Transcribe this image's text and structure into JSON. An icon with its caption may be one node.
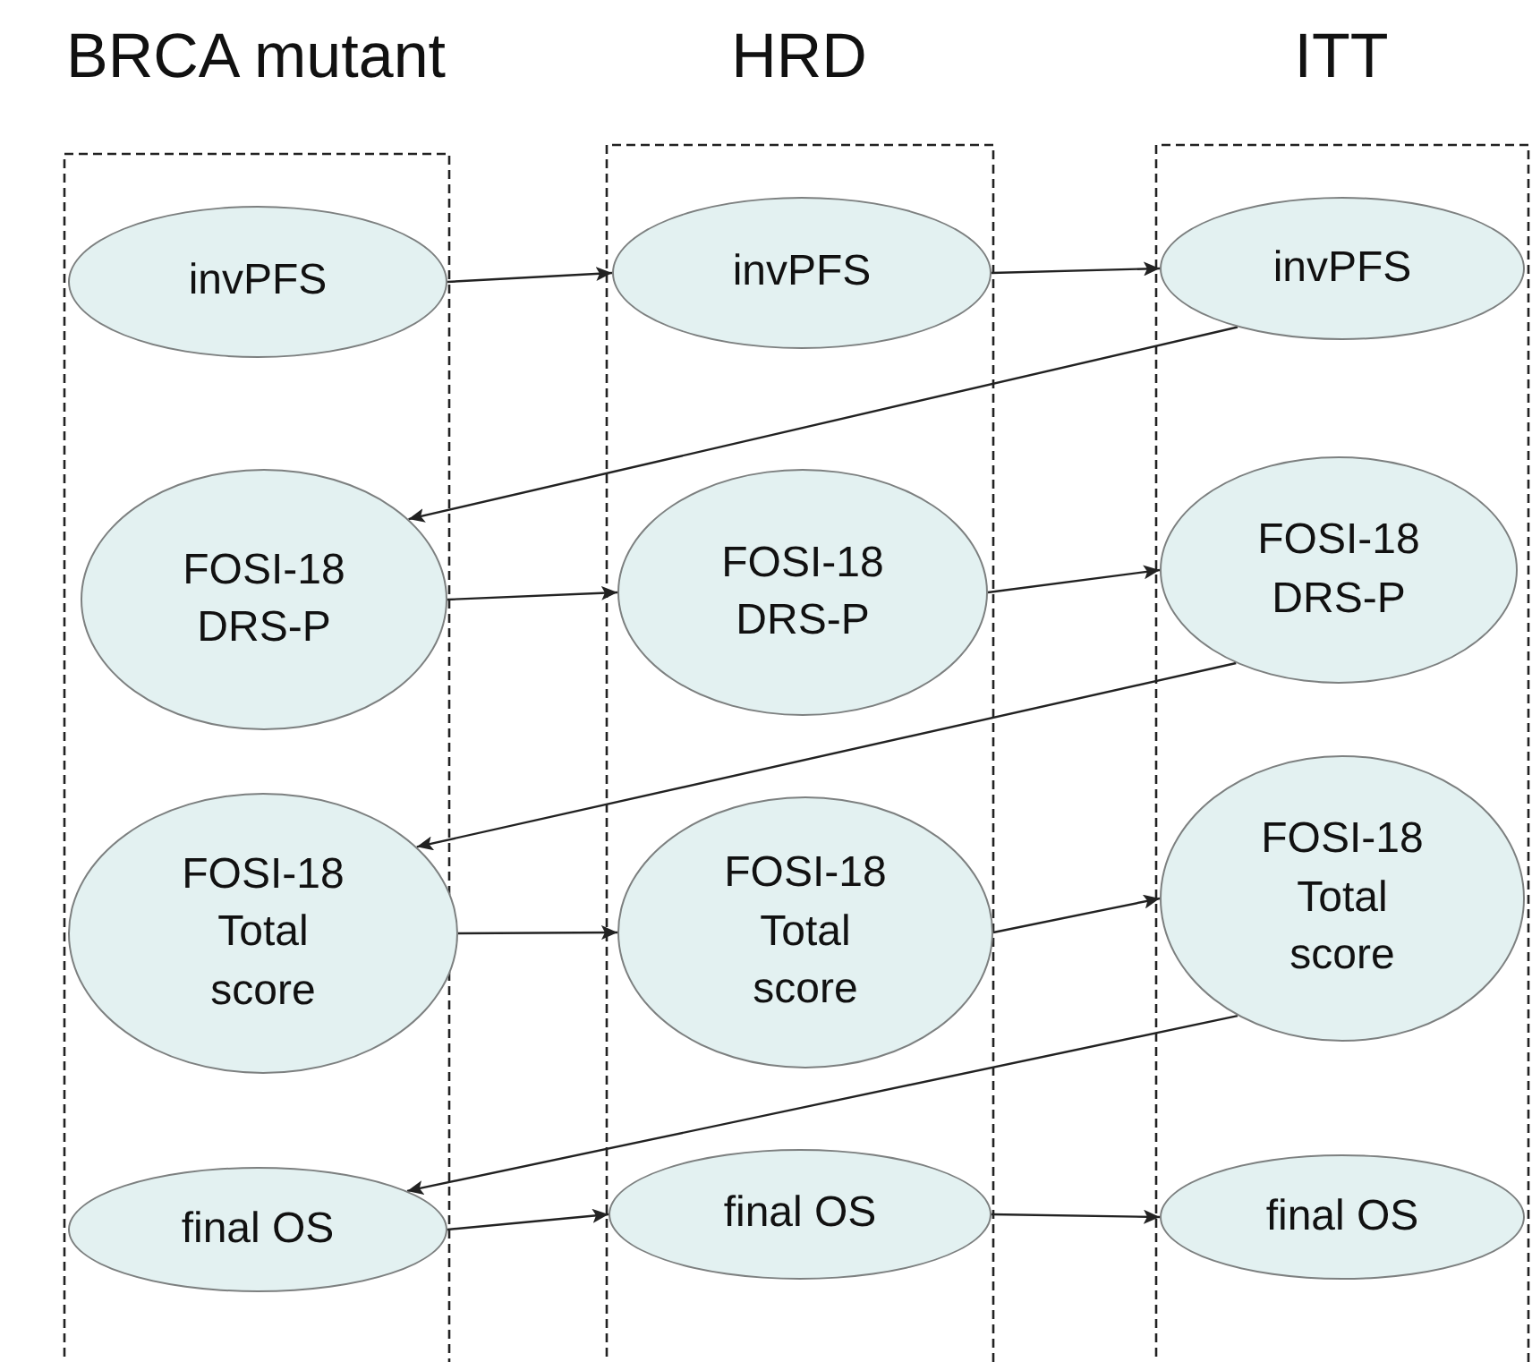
{
  "diagram": {
    "nodes": [
      {
        "text": [
          "BRCA mutant"
        ]
      },
      {
        "text": [
          "invPFS"
        ],
        "in": 0
      },
      {
        "text": [
          "FOSI-18 DRS-P"
        ],
        "in": 0
      },
      {
        "text": [
          "FOSI-18 Total score"
        ],
        "in": 0
      },
      {
        "text": [
          "final OS"
        ],
        "in": 0
      },
      {
        "text": [
          "HRD"
        ]
      },
      {
        "text": [
          "invPFS"
        ],
        "in": 5
      },
      {
        "text": [
          "FOSI-18 DRS-P"
        ],
        "in": 5
      },
      {
        "text": [
          "FOSI-18 Total score"
        ],
        "in": 5
      },
      {
        "text": [
          "final OS"
        ],
        "in": 5
      },
      {
        "text": [
          "ITT"
        ]
      },
      {
        "text": [
          "invPFS"
        ],
        "in": 10
      },
      {
        "text": [
          "FOSI-18 DRS-P"
        ],
        "in": 10
      },
      {
        "text": [
          "FOSI-18 Total score"
        ],
        "in": 10
      },
      {
        "text": [
          "final OS"
        ],
        "in": 10
      }
    ],
    "edges": [
      {
        "from": 1,
        "to": 6,
        "arrow": "to"
      },
      {
        "from": 6,
        "to": 11,
        "arrow": "to"
      },
      {
        "from": 11,
        "to": 2,
        "arrow": "to"
      },
      {
        "from": 2,
        "to": 7,
        "arrow": "to"
      },
      {
        "from": 7,
        "to": 12,
        "arrow": "to"
      },
      {
        "from": 12,
        "to": 3,
        "arrow": "to"
      },
      {
        "from": 3,
        "to": 8,
        "arrow": "to"
      },
      {
        "from": 8,
        "to": 13,
        "arrow": "to"
      },
      {
        "from": 13,
        "to": 4,
        "arrow": "to"
      },
      {
        "from": 4,
        "to": 9,
        "arrow": "to"
      },
      {
        "from": 9,
        "to": 14,
        "arrow": "to"
      }
    ]
  }
}
